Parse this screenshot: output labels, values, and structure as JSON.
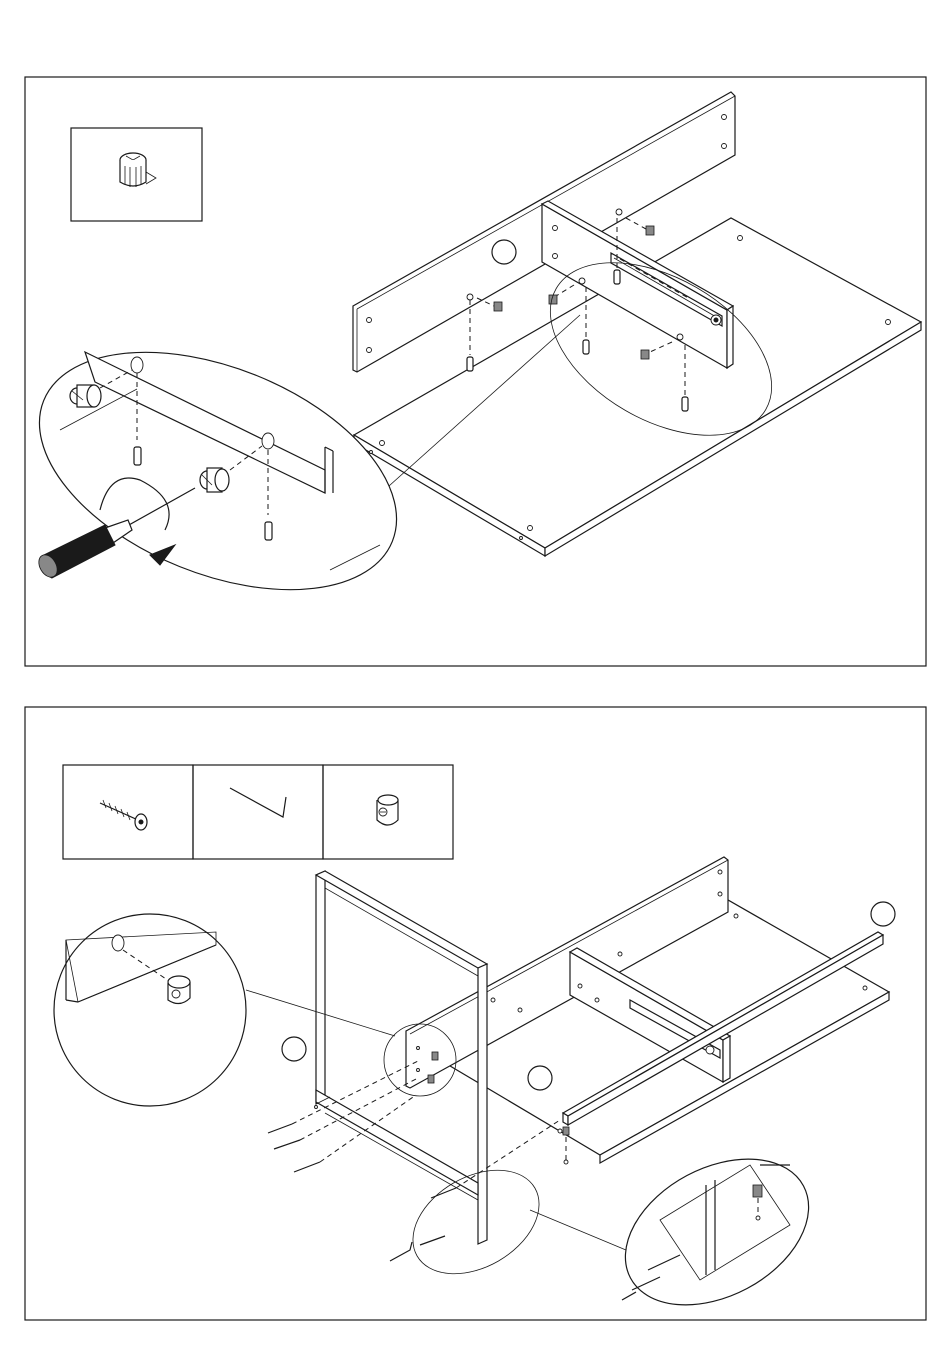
{
  "document": {
    "type": "assembly-instructions",
    "steps": [
      {
        "hardware": [
          {
            "icon": "cam-lock-icon"
          }
        ],
        "tool": "screwdriver-icon",
        "callouts": 1
      },
      {
        "hardware": [
          {
            "icon": "connector-bolt-icon"
          },
          {
            "icon": "allen-key-icon"
          },
          {
            "icon": "barrel-nut-icon"
          }
        ],
        "callouts": 3
      }
    ],
    "colors": {
      "line": "#1a1a1a",
      "paper": "#ffffff"
    }
  }
}
